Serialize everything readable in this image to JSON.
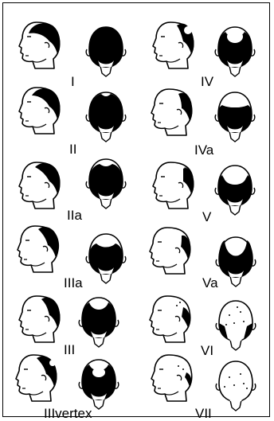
{
  "stages": [
    {
      "id": "I",
      "label": "I",
      "type": "frontal"
    },
    {
      "id": "II",
      "label": "II",
      "type": "frontal"
    },
    {
      "id": "IIa",
      "label": "IIa",
      "type": "frontal"
    },
    {
      "id": "IIIa",
      "label": "IIIa",
      "type": "frontal"
    },
    {
      "id": "III",
      "label": "III",
      "type": "frontal"
    },
    {
      "id": "IIIvertex",
      "label": "IIIvertex",
      "type": "vertex"
    },
    {
      "id": "IV",
      "label": "IV",
      "type": "vertex"
    },
    {
      "id": "IVa",
      "label": "IVa",
      "type": "frontal"
    },
    {
      "id": "V",
      "label": "V",
      "type": "vertex"
    },
    {
      "id": "Va",
      "label": "Va",
      "type": "frontal"
    },
    {
      "id": "VI",
      "label": "VI",
      "type": "vertex"
    },
    {
      "id": "VII",
      "label": "VII",
      "type": "vertex"
    }
  ],
  "colors": {
    "ink": "#000000",
    "skin": "#ffffff"
  }
}
